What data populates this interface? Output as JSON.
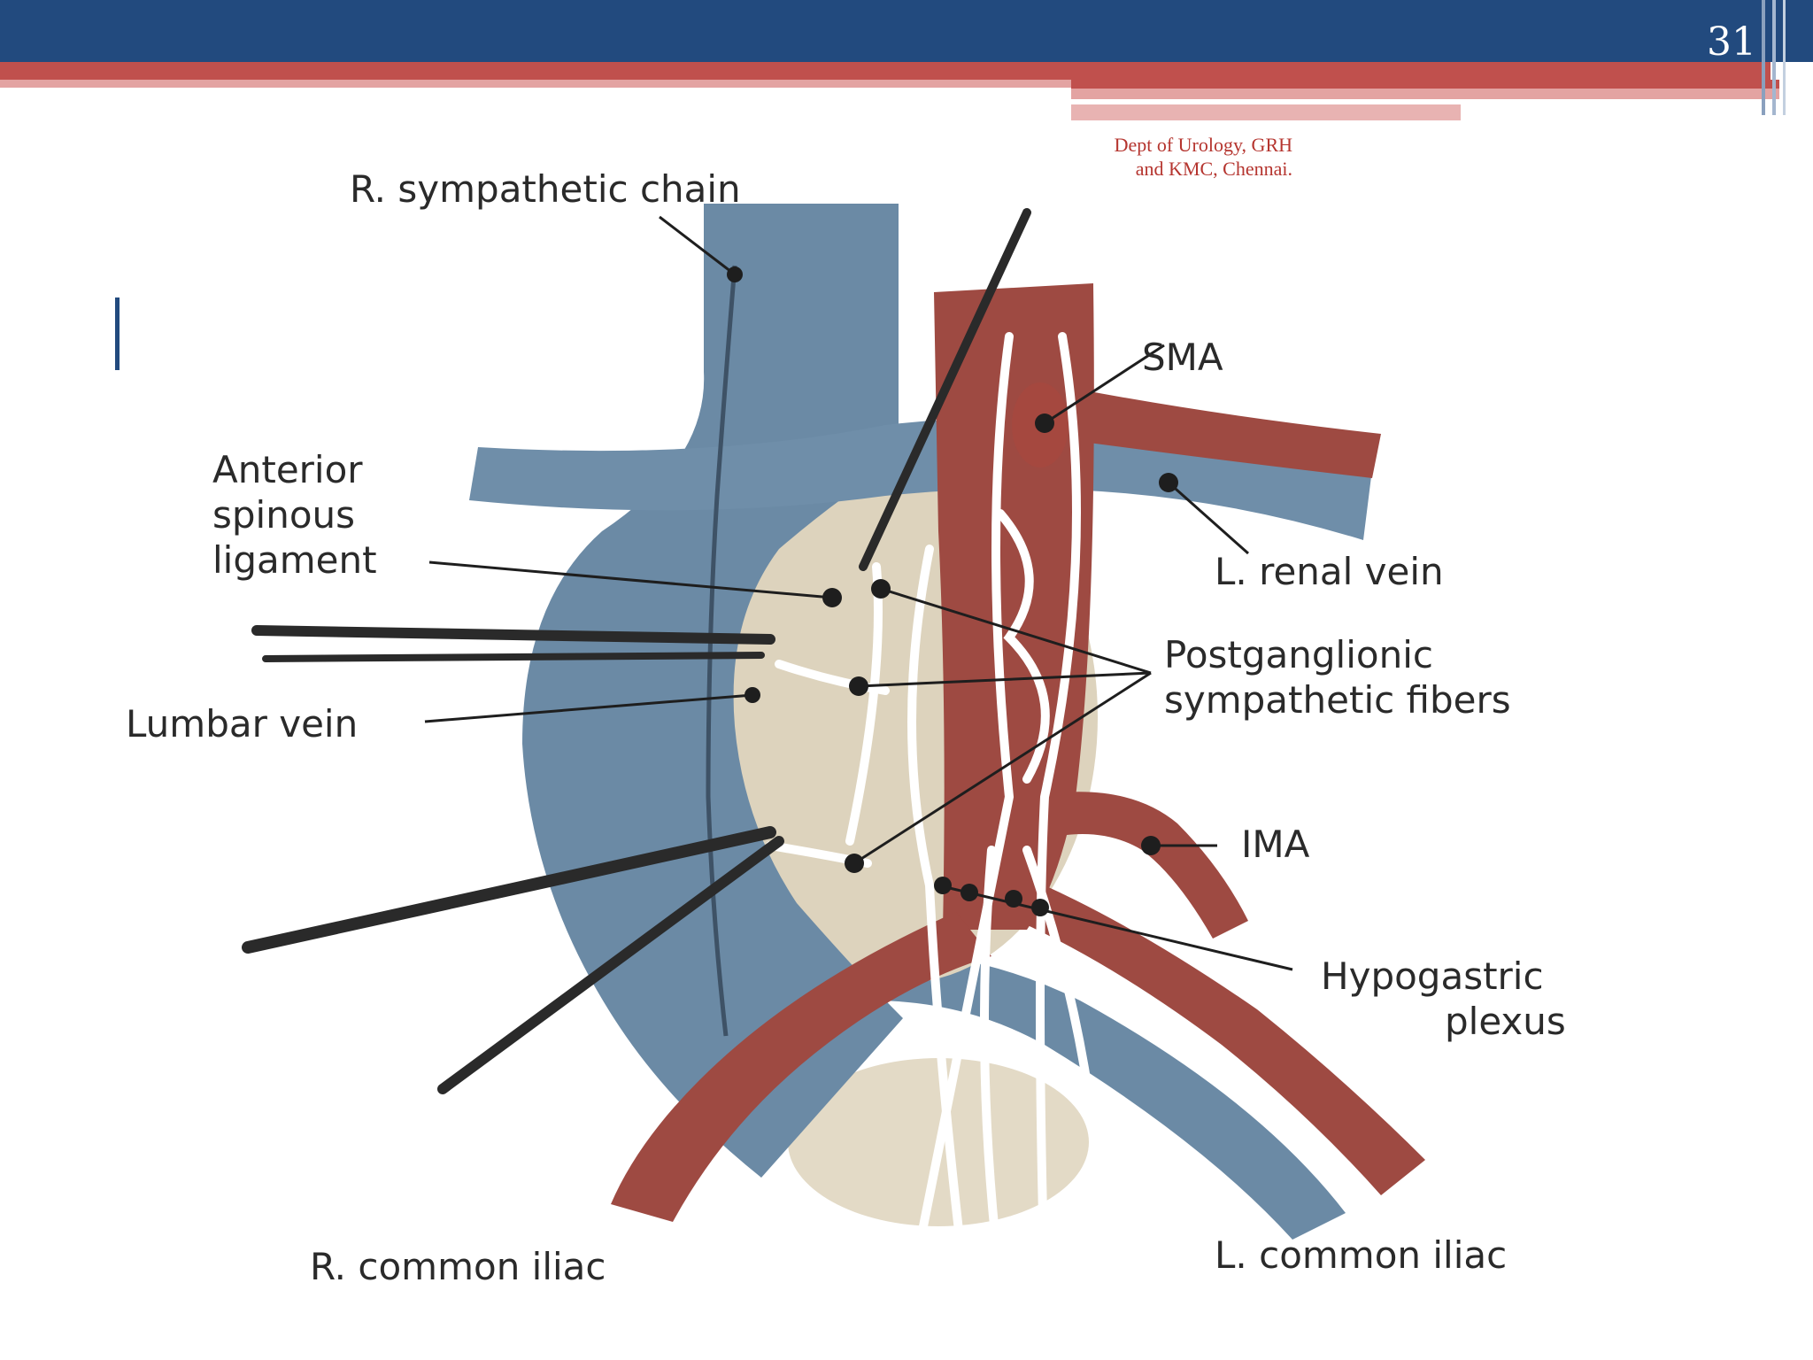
{
  "slide": {
    "number": "31",
    "footer": [
      "Dept of Urology, GRH",
      "and KMC, Chennai."
    ]
  },
  "colors": {
    "header_blue": "#224a7e",
    "accent_red": "#c0504d",
    "accent_pink": "#e3a3a2",
    "vein_blue": "#6b8aa5",
    "artery_red": "#9e4a42",
    "disc_beige": "#ddd3bd",
    "nerve_white": "#ffffff"
  },
  "diagram": {
    "labels": {
      "r_sympathetic_chain": "R. sympathetic chain",
      "sma": "SMA",
      "anterior_spinous_ligament": [
        "Anterior",
        "spinous",
        "ligament"
      ],
      "l_renal_vein": "L. renal vein",
      "postganglionic": [
        "Postganglionic",
        "sympathetic fibers"
      ],
      "lumbar_vein": "Lumbar vein",
      "ima": "IMA",
      "hypogastric_plexus": [
        "Hypogastric",
        "plexus"
      ],
      "r_common_iliac": "R. common iliac",
      "l_common_iliac": "L. common iliac"
    }
  }
}
